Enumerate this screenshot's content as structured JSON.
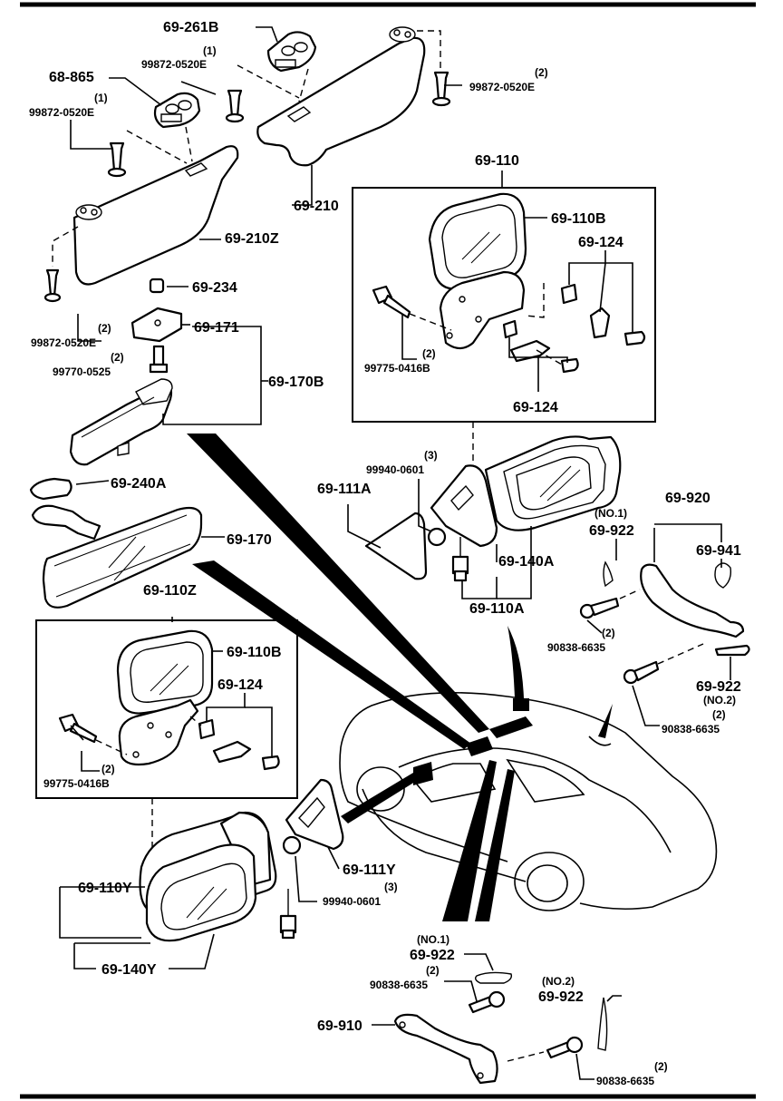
{
  "labels": {
    "sunvisor_holder_r": "69-261B",
    "screw_1a_qty": "(1)",
    "screw_1a": "99872-0520E",
    "screw_2a_qty": "(2)",
    "screw_2a": "99872-0520E",
    "sunvisor_holder_l": "68-865",
    "screw_1b_qty": "(1)",
    "screw_1b": "99872-0520E",
    "sunvisor_r": "69-210",
    "sunvisor_l": "69-210Z",
    "screw_2b_qty": "(2)",
    "screw_2b": "99872-0520E",
    "cap": "69-234",
    "base": "69-171",
    "screw_0525_qty": "(2)",
    "screw_0525": "99770-0525",
    "inner_mirror_assy": "69-170B",
    "cover": "69-240A",
    "inner_mirror": "69-170",
    "box_r_title": "69-110",
    "mirror_r_body": "69-110B",
    "mirror_r_clip": "69-124",
    "bolt_r_qty": "(2)",
    "bolt_r": "99775-0416B",
    "mirror_r_clip2": "69-124",
    "nut_a_qty": "(3)",
    "nut_a": "99940-0601",
    "garnish_a": "69-111A",
    "outer_glass_a": "69-140A",
    "outer_mirror_a": "69-110A",
    "grip_assy": "69-920",
    "grip_cap1_no": "(NO.1)",
    "grip_cap1": "69-922",
    "grip_clip": "69-941",
    "screw_6635a_qty": "(2)",
    "screw_6635a": "90838-6635",
    "grip_cap2": "69-922",
    "grip_cap2_no": "(NO.2)",
    "screw_6635b_qty": "(2)",
    "screw_6635b": "90838-6635",
    "box_l_title": "69-110Z",
    "mirror_l_body": "69-110B",
    "mirror_l_clip": "69-124",
    "bolt_l_qty": "(2)",
    "bolt_l": "99775-0416B",
    "garnish_y": "69-111Y",
    "nut_y_qty": "(3)",
    "nut_y": "99940-0601",
    "outer_mirror_y": "69-110Y",
    "outer_glass_y": "69-140Y",
    "grip_b_cap1_no": "(NO.1)",
    "grip_b_cap1": "69-922",
    "screw_6635c_qty": "(2)",
    "screw_6635c": "90838-6635",
    "grip_b_cap2_no": "(NO.2)",
    "grip_b_cap2": "69-922",
    "grip_b": "69-910",
    "screw_6635d_qty": "(2)",
    "screw_6635d": "90838-6635"
  }
}
